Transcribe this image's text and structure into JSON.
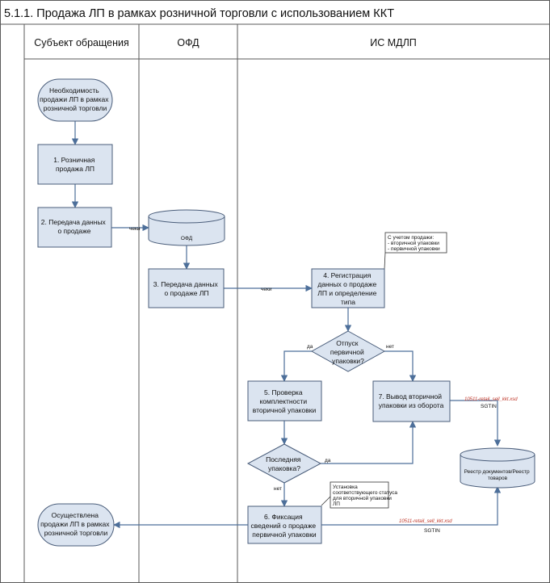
{
  "title": "5.1.1. Продажа ЛП в рамках розничной торговли с использованием ККТ",
  "lanes": {
    "subject": "Субъект обращения",
    "ofd": "ОФД",
    "mdlp": "ИС МДЛП"
  },
  "nodes": {
    "start": [
      "Необходимость",
      "продажи ЛП в рамках",
      "розничной торговли"
    ],
    "step1": [
      "1. Розничная",
      "продажа ЛП"
    ],
    "step2": [
      "2. Передача данных",
      "о продаже"
    ],
    "ofd_db": "ОФД",
    "step3": [
      "3. Передача данных",
      "о продаже ЛП"
    ],
    "step4": [
      "4. Регистрация",
      "данных о продаже",
      "ЛП и определение",
      "типа"
    ],
    "decision1": [
      "Отпуск",
      "первичной",
      "упаковки?"
    ],
    "step5": [
      "5. Проверка",
      "комплектности",
      "вторичной упаковки"
    ],
    "step7": [
      "7. Вывод вторичной",
      "упаковки из оборота"
    ],
    "decision2": [
      "Последняя",
      "упаковка?"
    ],
    "step6": [
      "6. Фиксация",
      "сведений о продаже",
      "первичной упаковки"
    ],
    "registry_db": [
      "Реестр документов/Реестр",
      "товаров"
    ],
    "end": [
      "Осуществлена",
      "продажи ЛП в рамках",
      "розничной торговли"
    ]
  },
  "notes": {
    "note4": [
      "С учетом продажи:",
      "- вторичной упаковки",
      "- первичной упаковки"
    ],
    "note6": [
      "Установка",
      "соответствующего статуса",
      "для вторичной упаковки",
      "ЛП"
    ]
  },
  "edge_labels": {
    "cheki1": "чеки",
    "cheki2": "чеки",
    "da1": "да",
    "net1": "нет",
    "da2": "да",
    "net2": "нет",
    "xsd1": "10511-retail_sell_kkt.xsd",
    "sgtin1": "SGTIN",
    "xsd2": "10511-retail_sell_kkt.xsd",
    "sgtin2": "SGTIN"
  },
  "colors": {
    "box_fill": "#dbe4f0",
    "box_stroke": "#4a5d7a",
    "edge": "#4d6f9a",
    "xsd_label": "#c0392b"
  }
}
